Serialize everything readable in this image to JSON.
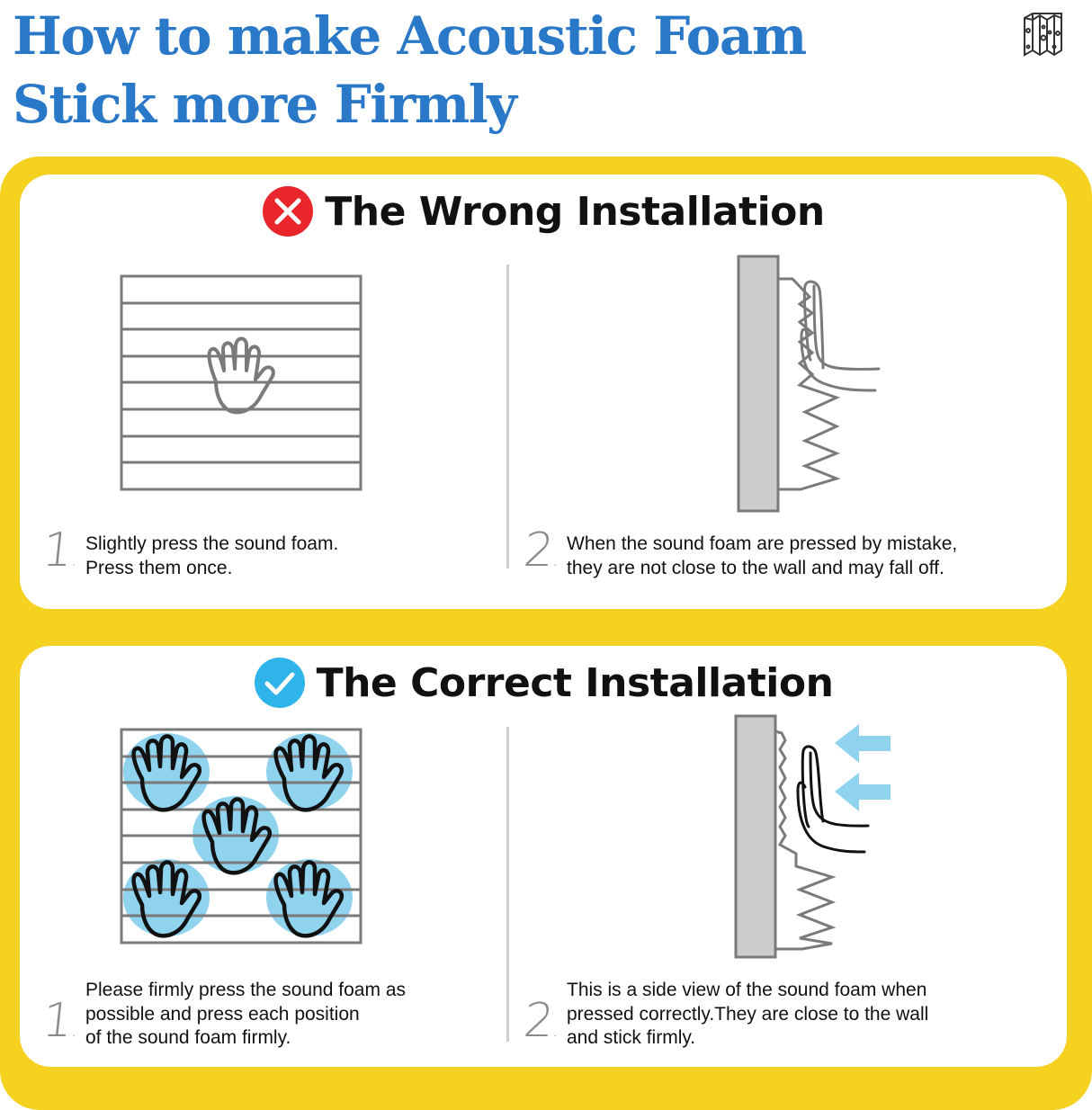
{
  "title": {
    "line1": "How to make Acoustic Foam",
    "line2": "Stick more Firmly"
  },
  "logo": {
    "icon": "acoustic-panel-logo-icon"
  },
  "colors": {
    "title_blue": "#2a78c8",
    "frame_yellow": "#f5d120",
    "wrong_red": "#e8262b",
    "correct_blue": "#2fb4ea",
    "press_circle": "#8fd3ef",
    "arrow_blue": "#8fd3ef",
    "line_gray": "#7a7a7a",
    "wall_gray": "#cccccc"
  },
  "wrong": {
    "heading": "The Wrong Installation",
    "icon": "x-circle-icon",
    "steps": [
      {
        "number": "1",
        "lines": [
          "Slightly press the sound foam.",
          "Press them once."
        ]
      },
      {
        "number": "2",
        "lines": [
          "When the sound foam are pressed by mistake,",
          "they are not close to the wall and may fall off."
        ]
      }
    ]
  },
  "correct": {
    "heading": "The Correct Installation",
    "icon": "check-circle-icon",
    "steps": [
      {
        "number": "1",
        "lines": [
          "Please firmly press the sound foam as",
          "possible and press each position",
          "of the sound foam firmly."
        ]
      },
      {
        "number": "2",
        "lines": [
          "This is a side view of the sound foam when",
          "pressed correctly.They are close to the wall",
          "and stick firmly."
        ]
      }
    ]
  }
}
